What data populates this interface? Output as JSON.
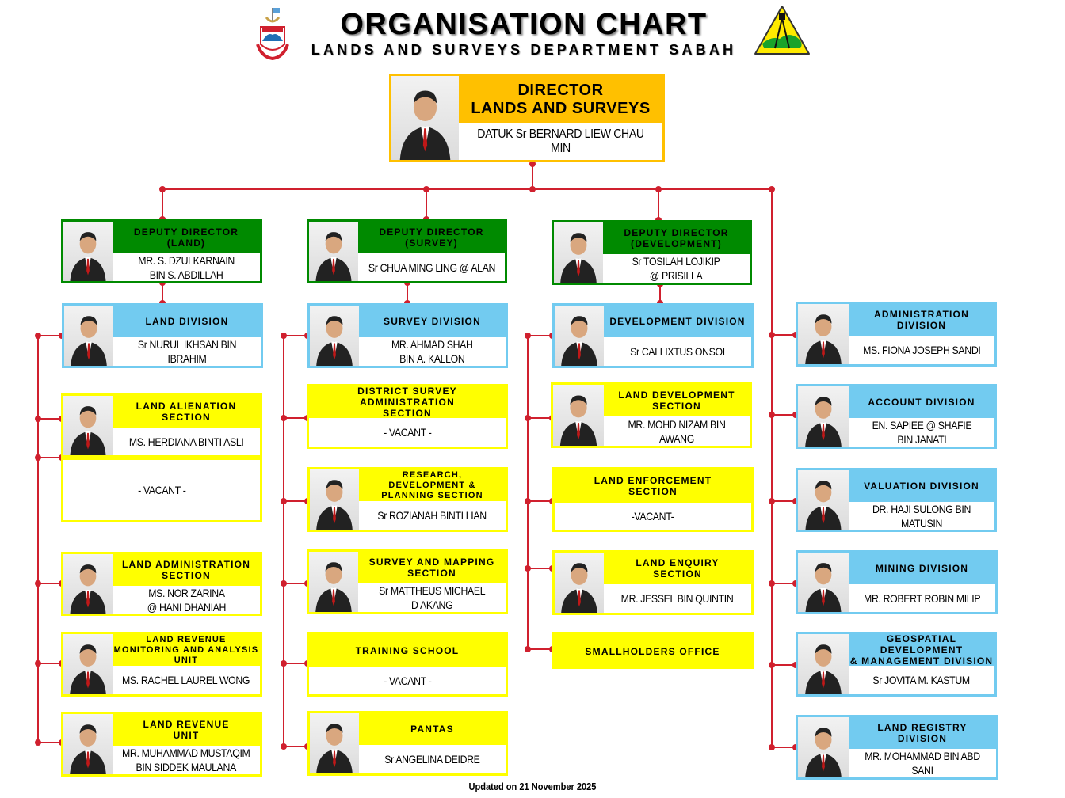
{
  "header": {
    "title": "ORGANISATION CHART",
    "subtitle": "LANDS AND SURVEYS DEPARTMENT SABAH",
    "left_logo": "sabah-state-crest",
    "right_logo": "lands-and-surveys-department-emblem"
  },
  "colors": {
    "director": "#ffc000",
    "deputy": "#008a00",
    "division": "#72cbf0",
    "section": "#ffff00",
    "connector": "#d0202e"
  },
  "boxes": [
    {
      "id": "director",
      "title": "DIRECTOR\nLANDS AND SURVEYS",
      "name": "DATUK Sr BERNARD LIEW CHAU MIN",
      "type": "director",
      "photo": true
    },
    {
      "id": "dd-land",
      "title": "DEPUTY DIRECTOR\n(LAND)",
      "name": "MR. S. DZULKARNAIN\nBIN S. ABDILLAH",
      "type": "deputy",
      "photo": true
    },
    {
      "id": "dd-survey",
      "title": "DEPUTY DIRECTOR\n(SURVEY)",
      "name": "Sr CHUA MING LING @ ALAN",
      "type": "deputy",
      "photo": true
    },
    {
      "id": "dd-dev",
      "title": "DEPUTY DIRECTOR\n(DEVELOPMENT)",
      "name": "Sr TOSILAH LOJIKIP\n@ PRISILLA",
      "type": "deputy",
      "photo": true
    },
    {
      "id": "land-division",
      "title": "LAND DIVISION",
      "name": "Sr NURUL IKHSAN BIN IBRAHIM",
      "type": "division",
      "photo": true
    },
    {
      "id": "survey-division",
      "title": "SURVEY DIVISION",
      "name": "MR. AHMAD SHAH\nBIN A. KALLON",
      "type": "division",
      "photo": true
    },
    {
      "id": "development-division",
      "title": "DEVELOPMENT DIVISION",
      "name": "Sr CALLIXTUS ONSOI",
      "type": "division",
      "photo": true
    },
    {
      "id": "administration-division",
      "title": "ADMINISTRATION\nDIVISION",
      "name": "MS. FIONA JOSEPH SANDI",
      "type": "division",
      "photo": true
    },
    {
      "id": "account-division",
      "title": "ACCOUNT DIVISION",
      "name": "EN. SAPIEE @ SHAFIE\nBIN JANATI",
      "type": "division",
      "photo": true
    },
    {
      "id": "valuation-division",
      "title": "VALUATION DIVISION",
      "name": "DR. HAJI SULONG BIN MATUSIN",
      "type": "division",
      "photo": true
    },
    {
      "id": "mining-division",
      "title": "MINING DIVISION",
      "name": "MR. ROBERT ROBIN MILIP",
      "type": "division",
      "photo": true
    },
    {
      "id": "geospatial-division",
      "title": "GEOSPATIAL DEVELOPMENT\n& MANAGEMENT DIVISION",
      "name": "Sr JOVITA M. KASTUM",
      "type": "division",
      "photo": true
    },
    {
      "id": "land-registry-division",
      "title": "LAND REGISTRY\nDIVISION",
      "name": "MR. MOHAMMAD BIN ABD SANI",
      "type": "division",
      "photo": true
    },
    {
      "id": "land-alienation",
      "title": "LAND ALIENATION\nSECTION",
      "name": "MS. HERDIANA BINTI ASLI",
      "type": "section",
      "photo": true
    },
    {
      "id": "vacant-box",
      "title": "",
      "name": "- VACANT -",
      "type": "section",
      "photo": false
    },
    {
      "id": "land-administration",
      "title": "LAND ADMINISTRATION\nSECTION",
      "name": "MS. NOR ZARINA\n@ HANI DHANIAH",
      "type": "section",
      "photo": true
    },
    {
      "id": "land-revenue-monitoring",
      "title": "LAND REVENUE\nMONITORING AND ANALYSIS\nUNIT",
      "name": "MS. RACHEL LAUREL WONG",
      "type": "section",
      "photo": true
    },
    {
      "id": "land-revenue-unit",
      "title": "LAND REVENUE\nUNIT",
      "name": "MR. MUHAMMAD MUSTAQIM\nBIN SIDDEK MAULANA",
      "type": "section",
      "photo": true
    },
    {
      "id": "district-survey-admin",
      "title": "DISTRICT SURVEY ADMINISTRATION\nSECTION",
      "name": "- VACANT -",
      "type": "section",
      "photo": false
    },
    {
      "id": "research-development",
      "title": "RESEARCH,\nDEVELOPMENT &\nPLANNING SECTION",
      "name": "Sr ROZIANAH BINTI LIAN",
      "type": "section",
      "photo": true
    },
    {
      "id": "survey-mapping",
      "title": "SURVEY AND MAPPING\nSECTION",
      "name": "Sr MATTHEUS MICHAEL\nD AKANG",
      "type": "section",
      "photo": true
    },
    {
      "id": "training-school",
      "title": "TRAINING SCHOOL",
      "name": "- VACANT -",
      "type": "section",
      "photo": false
    },
    {
      "id": "pantas",
      "title": "PANTAS",
      "name": "Sr ANGELINA DEIDRE",
      "type": "section",
      "photo": true
    },
    {
      "id": "land-development",
      "title": "LAND DEVELOPMENT\nSECTION",
      "name": "MR. MOHD NIZAM BIN AWANG",
      "type": "section",
      "photo": true
    },
    {
      "id": "land-enforcement",
      "title": "LAND ENFORCEMENT\nSECTION",
      "name": "-VACANT-",
      "type": "section",
      "photo": false
    },
    {
      "id": "land-enquiry",
      "title": "LAND ENQUIRY\nSECTION",
      "name": "MR. JESSEL BIN QUINTIN",
      "type": "section",
      "photo": true
    },
    {
      "id": "smallholders-office",
      "title": "SMALLHOLDERS OFFICE",
      "name": "",
      "type": "section",
      "photo": false
    }
  ],
  "footer": {
    "updated": "Updated on 21 November 2025"
  }
}
